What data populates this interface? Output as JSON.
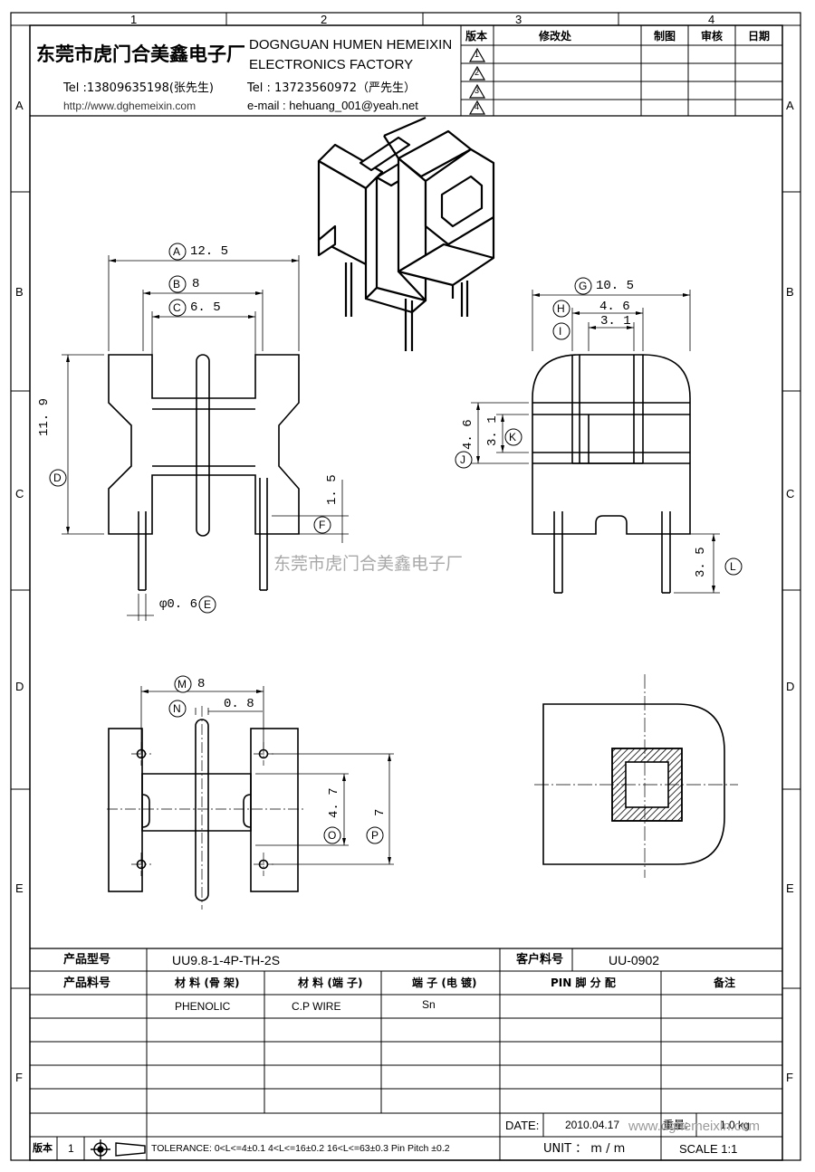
{
  "border": {
    "columns": [
      "1",
      "2",
      "3",
      "4"
    ],
    "rows": [
      "A",
      "B",
      "C",
      "D",
      "E",
      "F"
    ]
  },
  "company": {
    "name_cn": "东莞市虎门合美鑫电子厂",
    "name_en_1": "DOGNGUAN HUMEN HEMEIXIN",
    "name_en_2": "ELECTRONICS FACTORY",
    "tel1": "Tel :13809635198(张先生)",
    "tel2": "Tel : 13723560972（严先生）",
    "website": "http://www.dghemeixin.com",
    "email": "e-mail : hehuang_001@yeah.net"
  },
  "revision_table": {
    "headers": [
      "版本",
      "修改处",
      "制图",
      "审核",
      "日期"
    ],
    "rows": [
      "1",
      "2",
      "3",
      "4"
    ]
  },
  "dimensions": {
    "A": "12. 5",
    "B": "8",
    "C": "6. 5",
    "D": "11. 9",
    "E": "φ0. 6",
    "F": "1. 5",
    "G": "10. 5",
    "H": "4. 6",
    "I": "3. 1",
    "J": "4. 6",
    "K": "3. 1",
    "L": "3. 5",
    "M": "8",
    "N": "0. 8",
    "O": "4. 7",
    "P": "7"
  },
  "dim_letters": [
    "A",
    "B",
    "C",
    "D",
    "E",
    "F",
    "G",
    "H",
    "I",
    "J",
    "K",
    "L",
    "M",
    "N",
    "O",
    "P"
  ],
  "watermark": "东莞市虎门合美鑫电子厂",
  "footer_watermark": "www.dghemeixin.com",
  "title_block": {
    "product_model_label": "产品型号",
    "product_model": "UU9.8-1-4P-TH-2S",
    "customer_pn_label": "客户料号",
    "customer_pn": "UU-0902",
    "product_pn_label": "产品料号",
    "material_bobbin_label": "材 料 (骨 架)",
    "material_pin_label": "材 料 (端 子)",
    "plating_label": "端 子 (电 镀)",
    "pin_assign_label": "PIN 脚 分 配",
    "remark_label": "备注",
    "material_bobbin": "PHENOLIC",
    "material_pin": "C.P WIRE",
    "plating": "Sn",
    "date_label": "DATE:",
    "date": "2010.04.17",
    "weight_label": "重量:",
    "weight": "1.0 kg",
    "version_label": "版本",
    "version": "1",
    "tolerance": "TOLERANCE:  0<L<=4±0.1  4<L<=16±0.2  16<L<=63±0.3  Pin Pitch  ±0.2",
    "unit": "UNIT ： m / m",
    "scale": "SCALE    1:1"
  }
}
